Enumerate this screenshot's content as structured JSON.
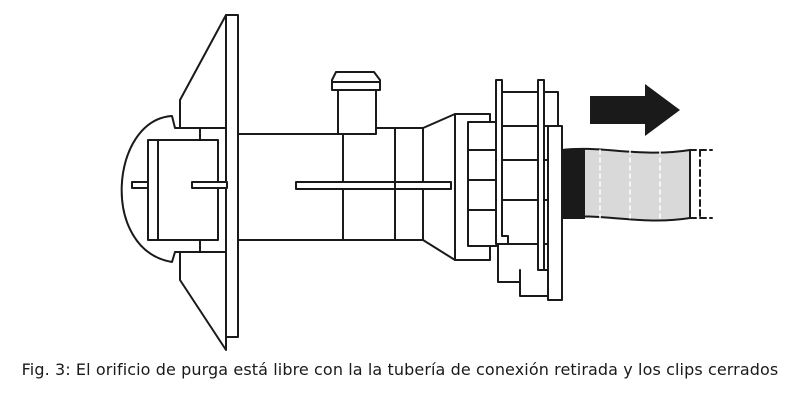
{
  "figure": {
    "caption": "Fig. 3: El orificio de purga está libre con la la tubería de conexión retirada y los clips cerrados",
    "colors": {
      "line": "#1a1a1a",
      "fill": "#ffffff",
      "hose_fill": "#d9d9d9",
      "arrow": "#1a1a1a"
    },
    "parts": [
      "mounting-flange",
      "dome-cap",
      "main-body",
      "purge-port",
      "threaded-nut",
      "retaining-clips",
      "connection-hose",
      "direction-arrow"
    ]
  }
}
